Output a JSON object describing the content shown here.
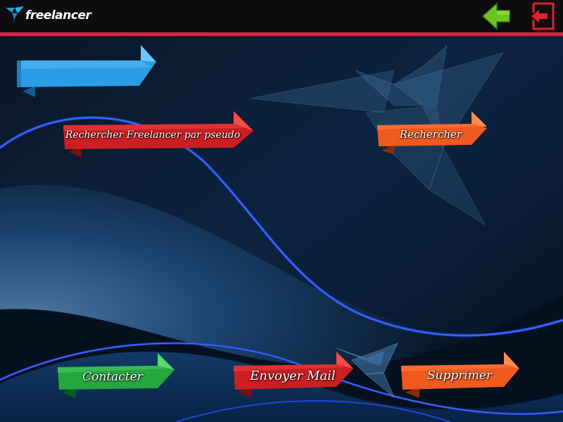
{
  "header": {
    "logo_text": "freelancer",
    "back_button_label": "",
    "logout_button_label": ""
  },
  "search": {
    "field_value": "",
    "search_by_pseudo_label": "Rechercher Freelancer par pseudo",
    "search_button_label": "Rechercher"
  },
  "actions": {
    "contact_label": "Contacter",
    "send_mail_label": "Envoyer Mail",
    "delete_label": "Supprimer"
  },
  "colors": {
    "accent_red": "#d42a45",
    "back_arrow": "#6ec420",
    "logout_icon": "#e0222f",
    "ribbon_blue": "#2a9de6",
    "ribbon_red": "#cc1f22",
    "ribbon_orange": "#f05a1e",
    "ribbon_green": "#24a83e"
  },
  "icons": {
    "logo": "freelancer-bird-icon",
    "back": "left-arrow-icon",
    "logout": "logout-door-icon"
  }
}
